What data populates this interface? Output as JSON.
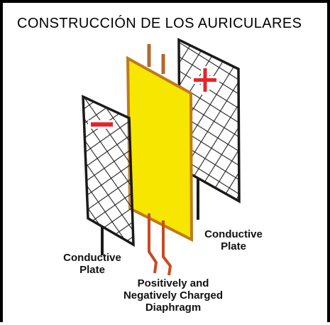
{
  "title": "CONSTRUCCIÓN DE LOS AURICULARES",
  "labels": {
    "left_plate": [
      "Conductive",
      "Plate"
    ],
    "right_plate": [
      "Conductive",
      "Plate"
    ],
    "diaphragm": [
      "Positively and",
      "Negatively Charged",
      "Diaphragm"
    ]
  },
  "symbols": {
    "left_plate_charge": "negative",
    "right_plate_charge": "positive"
  },
  "colors": {
    "frame": "#000000",
    "plate_mesh": "#222222",
    "diaphragm_fill": "#f6e600",
    "diaphragm_edge": "#c07a1c",
    "wire": "#b5672e",
    "charge_sign": "#e8232a"
  }
}
